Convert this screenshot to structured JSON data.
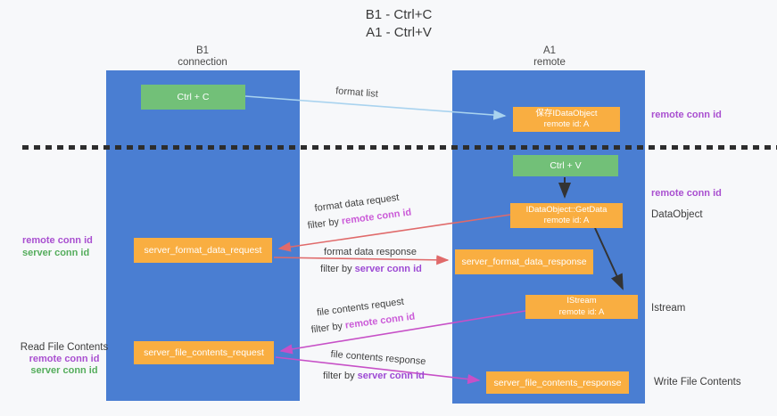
{
  "title": {
    "line1": "B1 - Ctrl+C",
    "line2": "A1 - Ctrl+V"
  },
  "columns": {
    "left": {
      "header_line1": "B1",
      "header_line2": "connection"
    },
    "right": {
      "header_line1": "A1",
      "header_line2": "remote"
    }
  },
  "nodes": {
    "ctrl_c": "Ctrl + C",
    "save_idataobject": {
      "line1": "保存IDataObject",
      "line2": "remote id: A"
    },
    "ctrl_v": "Ctrl + V",
    "getdata": {
      "line1": "IDataObject::GetData",
      "line2": "remote id: A"
    },
    "format_request": "server_format_data_request",
    "format_response": "server_format_data_response",
    "istream": {
      "line1": "IStream",
      "line2": "remote id: A"
    },
    "file_request": "server_file_contents_request",
    "file_response": "server_file_contents_response"
  },
  "side_labels": {
    "right_remote_conn_id_1": "remote conn id",
    "right_remote_conn_id_2": "remote conn id",
    "dataobject": "DataObject",
    "istream": "Istream",
    "write_file_contents": "Write File Contents",
    "left_remote_conn_id_1": "remote conn id",
    "left_server_conn_id_1": "server conn id",
    "read_file_contents": "Read File Contents",
    "left_remote_conn_id_2": "remote conn id",
    "left_server_conn_id_2": "server conn id"
  },
  "arrow_labels": {
    "format_list": "format list",
    "format_data_request": "format data request",
    "format_data_response": "format data response",
    "file_contents_request": "file contents request",
    "file_contents_response": "file contents response",
    "filter_by_prefix": "filter by ",
    "filter_remote": "remote conn id",
    "filter_server": "server conn id"
  },
  "colors": {
    "column_blue": "#4a7ed2",
    "node_orange": "#f9ae41",
    "node_green": "#72c078",
    "arrow_light_blue": "#a9d3ef",
    "arrow_red": "#e06a6a",
    "arrow_magenta": "#c750c7",
    "arrow_black": "#333333",
    "label_purple": "#a94fd0",
    "label_green": "#55ad5c"
  }
}
